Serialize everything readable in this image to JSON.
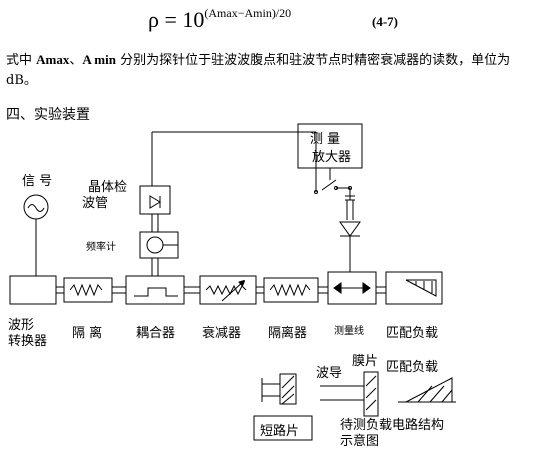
{
  "formula": {
    "lhs": "ρ = 10",
    "exponent": "(Amax−Amin)/20",
    "number": "(4-7)"
  },
  "paragraph": {
    "pre": "式中 ",
    "amax": "Amax",
    "sep": "、",
    "amin": "A min",
    "post": " 分别为探针位于驻波波腹点和驻波节点时精密衰减器的读数，单位为 dB。"
  },
  "section_title": "四、实验装置",
  "diagram": {
    "signal_label": "信  号",
    "detector_label_1": "晶体检",
    "detector_label_2": "波管",
    "freq_label": "频率计",
    "amp_label_1": "测   量",
    "amp_label_2": "放大器",
    "converter_label_1": "波形",
    "converter_label_2": "转换器",
    "isolator1_label": "隔  离",
    "coupler_label": "耦合器",
    "attenuator_label": "衰减器",
    "isolator2_label": "隔离器",
    "measline_label": "测量线",
    "load_label": "匹配负载"
  },
  "inset": {
    "waveguide_label": "波导",
    "film_label": "膜片",
    "load_label": "匹配负载",
    "short_label": "短路片",
    "caption_1": "待测负载电路结构",
    "caption_2": "示意图"
  }
}
